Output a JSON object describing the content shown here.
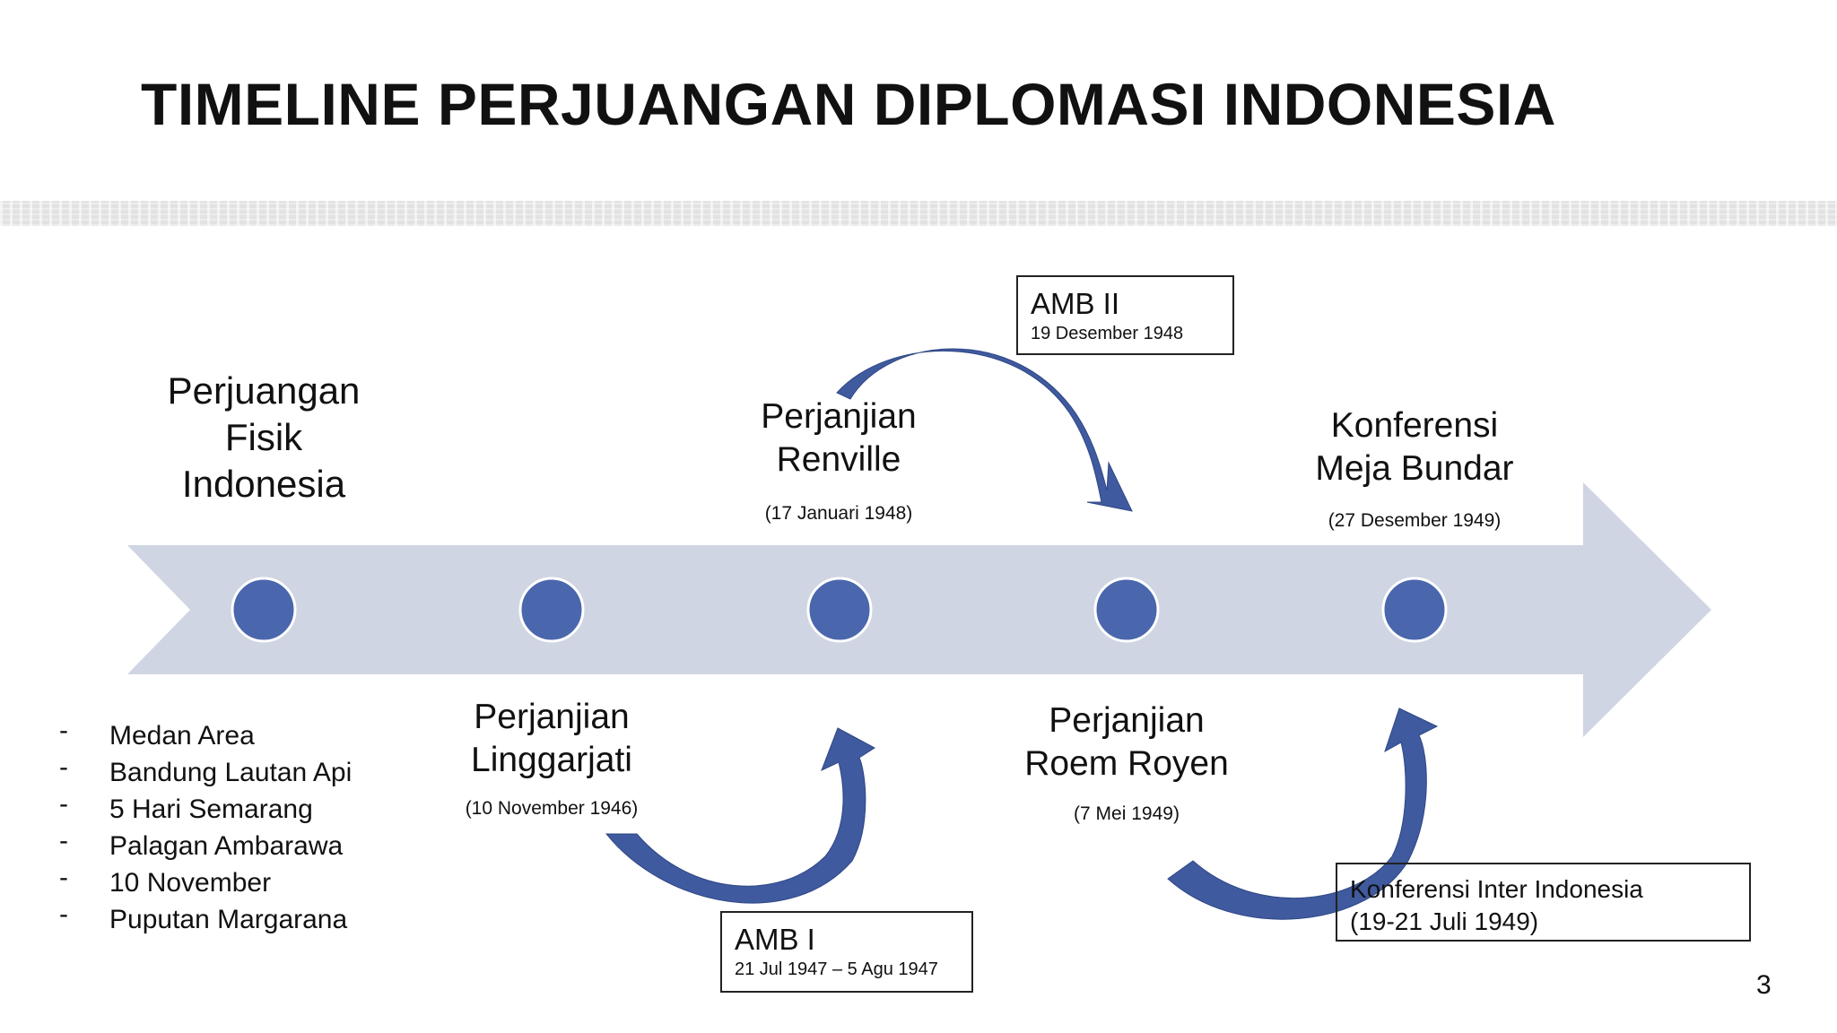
{
  "title": "TIMELINE PERJUANGAN DIPLOMASI INDONESIA",
  "colors": {
    "arrow_band": "#d0d5e3",
    "milestone_dot": "#4a67ad",
    "curved_arrow": "#3f5a9e",
    "text": "#111111"
  },
  "timeline": {
    "milestones": [
      {
        "label_lines": [
          "Perjuangan",
          "Fisik",
          "Indonesia"
        ]
      },
      {
        "label_lines": [
          "Perjanjian",
          "Linggarjati"
        ],
        "date": "(10 November 1946)"
      },
      {
        "label_lines": [
          "Perjanjian",
          "Renville"
        ],
        "date": "(17 Januari 1948)"
      },
      {
        "label_lines": [
          "Perjanjian",
          "Roem Royen"
        ],
        "date": "(7 Mei 1949)"
      },
      {
        "label_lines": [
          "Konferensi",
          "Meja Bundar"
        ],
        "date": "(27 Desember 1949)"
      }
    ],
    "events": [
      {
        "title": "AMB I",
        "date": "21 Jul 1947 – 5 Agu 1947"
      },
      {
        "title": "AMB II",
        "date": "19 Desember 1948"
      },
      {
        "title": "Konferensi Inter Indonesia",
        "date": "(19-21 Juli 1949)"
      }
    ]
  },
  "perjuangan_fisik_list": {
    "bullet": "-",
    "items": [
      "Medan Area",
      "Bandung Lautan Api",
      "5 Hari Semarang",
      "Palagan Ambarawa",
      "10 November",
      "Puputan Margarana"
    ]
  },
  "page_number": "3"
}
